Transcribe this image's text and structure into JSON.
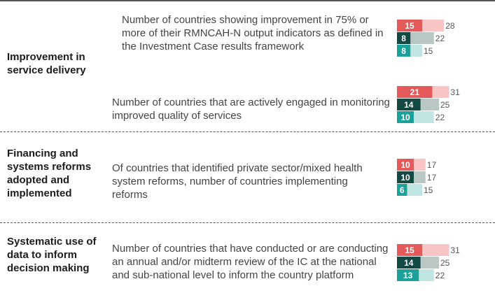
{
  "colors": {
    "series": [
      "#e45a5a",
      "#124a43",
      "#1aa29a"
    ],
    "tracks": [
      "#f9c4c4",
      "#b9c8c5",
      "#bfe6e2"
    ],
    "rule": "#555555"
  },
  "rows": [
    {
      "category": "Improvement in service delivery",
      "indicators": [
        "Number of countries showing improvement in 75% or more of their RMNCAH-N output indicators as defined in the Investment Case results framework",
        "Number of countries that are actively engaged in monitoring improved quality of services"
      ]
    },
    {
      "category": "Financing and systems reforms adopted and implemented",
      "indicators": [
        "Of countries that identified private sector/mixed health system reforms, number of countries implementing reforms"
      ]
    },
    {
      "category": "Systematic use of data to inform decision making",
      "indicators": [
        "Number of countries that have conducted or are conducting an annual and/or midterm review of the IC at the national and sub-national level to inform the country platform"
      ]
    }
  ],
  "chart_data": [
    {
      "type": "bar",
      "orientation": "horizontal",
      "xlim": [
        0,
        31
      ],
      "values": [
        15,
        8,
        8
      ],
      "totals": [
        28,
        22,
        15
      ]
    },
    {
      "type": "bar",
      "orientation": "horizontal",
      "xlim": [
        0,
        31
      ],
      "values": [
        21,
        14,
        10
      ],
      "totals": [
        31,
        25,
        22
      ]
    },
    {
      "type": "bar",
      "orientation": "horizontal",
      "xlim": [
        0,
        31
      ],
      "values": [
        10,
        10,
        6
      ],
      "totals": [
        17,
        17,
        15
      ]
    },
    {
      "type": "bar",
      "orientation": "horizontal",
      "xlim": [
        0,
        31
      ],
      "values": [
        15,
        14,
        13
      ],
      "totals": [
        31,
        25,
        22
      ]
    }
  ]
}
